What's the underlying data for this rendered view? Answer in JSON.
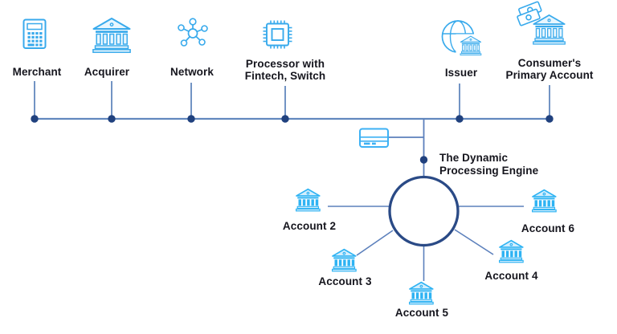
{
  "diagram": {
    "type": "payment-processing-flow",
    "colors": {
      "icon_blue": "#38aaec",
      "account_icon_blue": "#2eb3f3",
      "icon_fill_tint": "#dcf1fd",
      "bus_line": "#6288be",
      "spoke_line": "#5c80bc",
      "junction_dot": "#20417e",
      "engine_circle": "#2a4a86",
      "label_text": "#15151d",
      "background": "#ffffff"
    },
    "nodes": [
      {
        "id": "merchant",
        "label": "Merchant",
        "lines": [
          "Merchant"
        ],
        "icon": "calculator-icon"
      },
      {
        "id": "acquirer",
        "label": "Acquirer",
        "lines": [
          "Acquirer"
        ],
        "icon": "bank-icon"
      },
      {
        "id": "network",
        "label": "Network",
        "lines": [
          "Network"
        ],
        "icon": "network-icon"
      },
      {
        "id": "processor",
        "label": "Processor with Fintech, Switch",
        "lines": [
          "Processor with",
          "Fintech, Switch"
        ],
        "icon": "chip-icon"
      },
      {
        "id": "issuer",
        "label": "Issuer",
        "lines": [
          "Issuer"
        ],
        "icon": "globe-bank-icon"
      },
      {
        "id": "consumer",
        "label": "Consumer's Primary Account",
        "lines": [
          "Consumer's",
          "Primary Account"
        ],
        "icon": "bank-money-icon"
      }
    ],
    "engine": {
      "label": "The Dynamic Processing Engine",
      "lines": [
        "The Dynamic",
        "Processing Engine"
      ],
      "icon": "credit-card-icon"
    },
    "accounts": [
      {
        "label": "Account 2",
        "icon": "bank-icon"
      },
      {
        "label": "Account 3",
        "icon": "bank-icon"
      },
      {
        "label": "Account 4",
        "icon": "bank-icon"
      },
      {
        "label": "Account 5",
        "icon": "bank-icon"
      },
      {
        "label": "Account 6",
        "icon": "bank-icon"
      }
    ]
  }
}
